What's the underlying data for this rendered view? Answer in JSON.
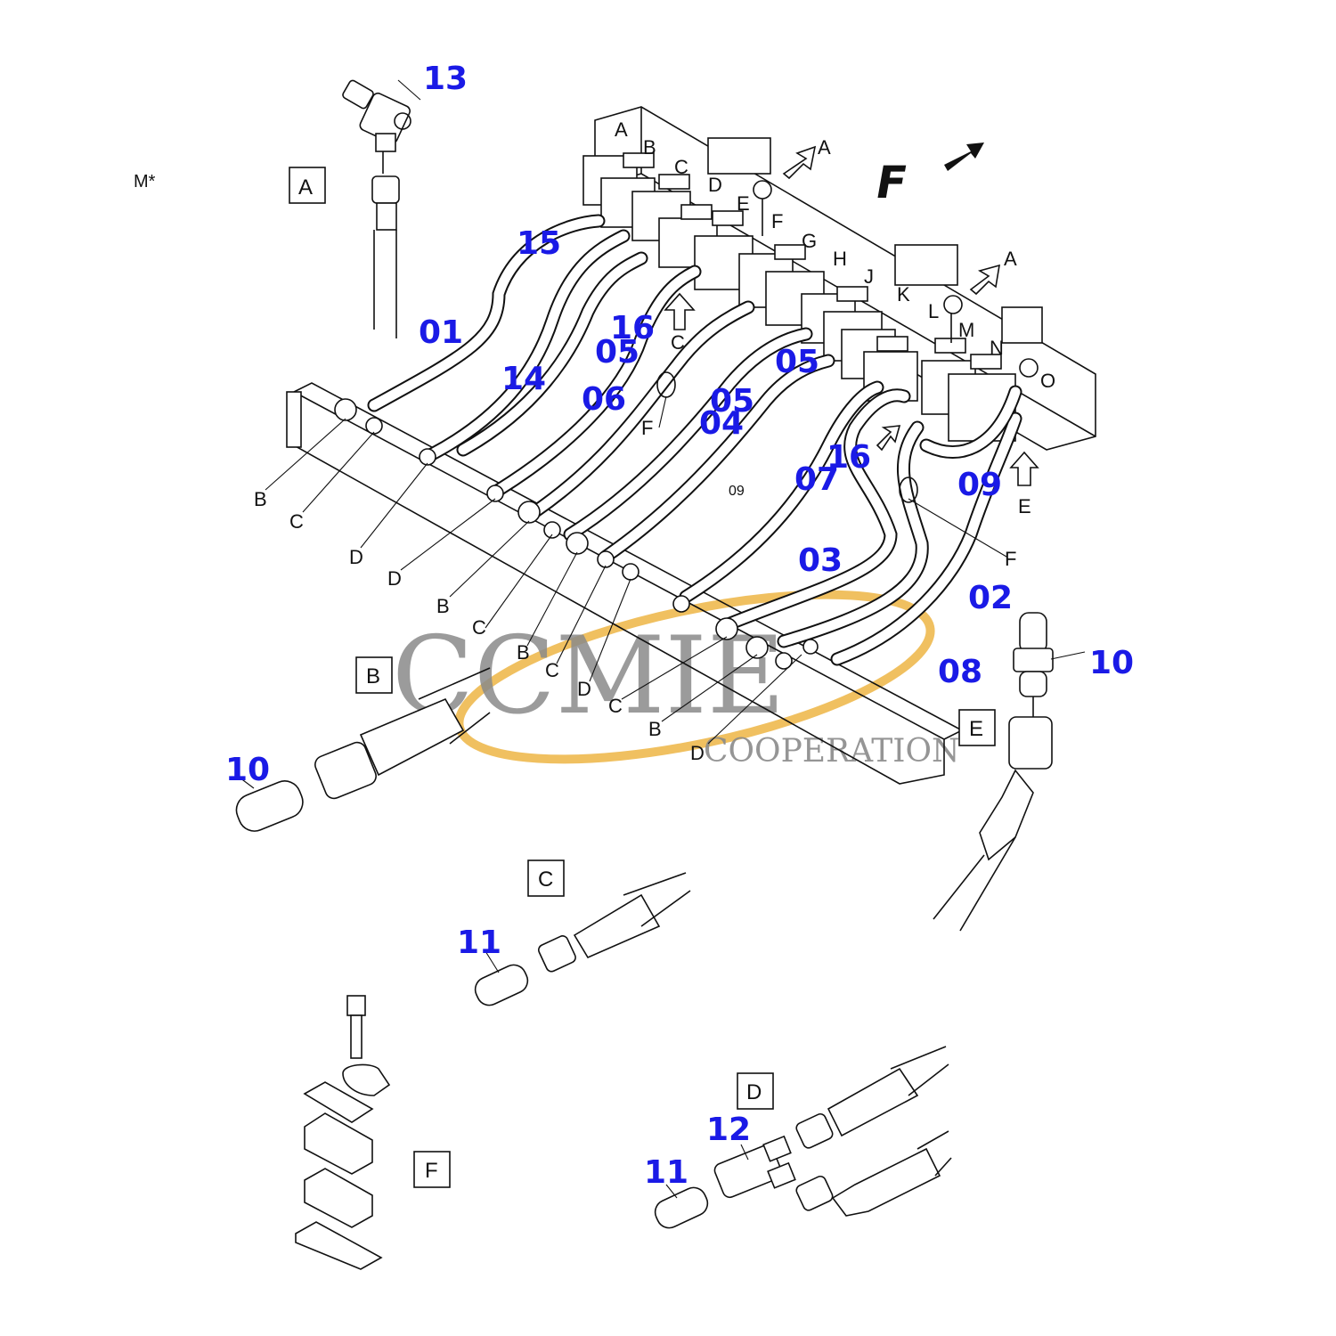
{
  "model_mark": "M*",
  "direction_mark": "F",
  "part_numbers": {
    "p01": "01",
    "p02": "02",
    "p03": "03",
    "p04": "04",
    "p05a": "05",
    "p05b": "05",
    "p05c": "05",
    "p06": "06",
    "p07": "07",
    "p08": "08",
    "p09": "09",
    "p10a": "10",
    "p10b": "10",
    "p11a": "11",
    "p11b": "11",
    "p12": "12",
    "p13": "13",
    "p14": "14",
    "p15": "15",
    "p16a": "16",
    "p16b": "16"
  },
  "small_ref": "09",
  "detail_boxes": {
    "A": "A",
    "B": "B",
    "C": "C",
    "D": "D",
    "E": "E",
    "F": "F"
  },
  "valve_letters": [
    "A",
    "B",
    "C",
    "D",
    "E",
    "F",
    "G",
    "H",
    "J",
    "K",
    "L",
    "M",
    "N",
    "O"
  ],
  "callouts": {
    "A1": "A",
    "A2": "A",
    "C_arrow": "C",
    "E_arrow": "E",
    "F_right": "F",
    "F_mid": "F",
    "b1": "B",
    "c1": "C",
    "d1": "D",
    "d2": "D",
    "b2": "B",
    "c2": "C",
    "b3": "B",
    "c3": "C",
    "d3": "D",
    "c4": "C",
    "b4": "B",
    "d4": "D"
  },
  "watermark": {
    "brand": "CCMIE",
    "sub": "COOPERATION"
  },
  "colors": {
    "part_number": "#1a1ae6",
    "watermark_ring": "#f0c060",
    "watermark_text": "#8a8a8a",
    "line": "#111111"
  }
}
